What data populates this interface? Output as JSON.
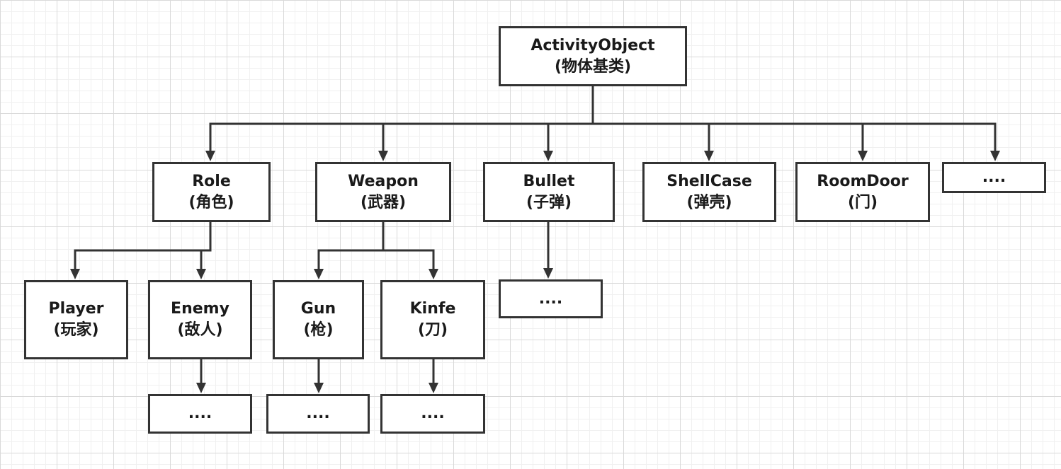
{
  "diagram": {
    "type": "class-hierarchy",
    "line_color": "#333333",
    "nodes": {
      "activity": {
        "label": "ActivityObject",
        "sub": "(物体基类)"
      },
      "role": {
        "label": "Role",
        "sub": "(角色)"
      },
      "weapon": {
        "label": "Weapon",
        "sub": "(武器)"
      },
      "bullet": {
        "label": "Bullet",
        "sub": "(子弹)"
      },
      "shellcase": {
        "label": "ShellCase",
        "sub": "(弹壳)"
      },
      "roomdoor": {
        "label": "RoomDoor",
        "sub": "(门)"
      },
      "more_top": {
        "label": "...."
      },
      "player": {
        "label": "Player",
        "sub": "(玩家)"
      },
      "enemy": {
        "label": "Enemy",
        "sub": "(敌人)"
      },
      "gun": {
        "label": "Gun",
        "sub": "(枪)"
      },
      "kinfe": {
        "label": "Kinfe",
        "sub": "(刀)"
      },
      "more_bullet": {
        "label": "...."
      },
      "more_enemy": {
        "label": "...."
      },
      "more_gun": {
        "label": "...."
      },
      "more_kinfe": {
        "label": "...."
      }
    }
  }
}
